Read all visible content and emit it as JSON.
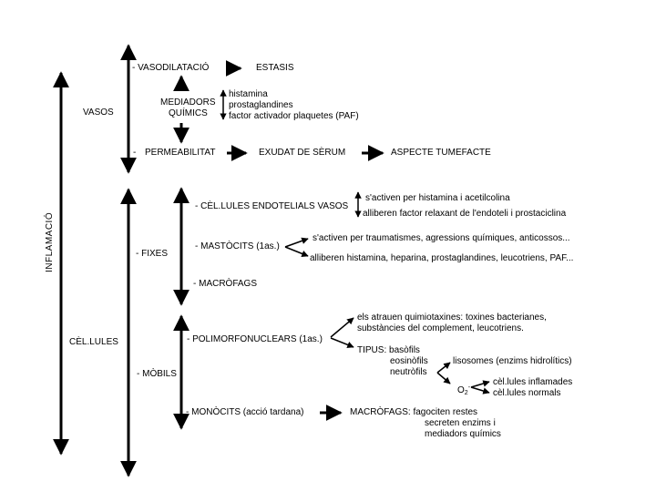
{
  "inflamacio": "INFLAMACIÓ",
  "vasos": {
    "label": "VASOS",
    "vasodilatacio": "- VASODILATACIÓ",
    "estasis": "ESTASIS",
    "mediadors_line1": "MEDIADORS",
    "mediadors_line2": "QUÍMICS",
    "mediadors_list": [
      "histamina",
      "prostaglandines",
      "factor activador plaquetes (PAF)"
    ],
    "permeabilitat_dash": "-",
    "permeabilitat": "PERMEABILITAT",
    "exudat": "EXUDAT DE SÈRUM",
    "aspecte": "ASPECTE TUMEFACTE"
  },
  "cellules": {
    "label": "CÈL.LULES",
    "fixes": {
      "label": "- FIXES",
      "endotelials": "- CÈL.LULES ENDOTELIALS VASOS",
      "endotelials_notes": [
        "s'activen per histamina i acetilcolina",
        "alliberen factor relaxant de l'endoteli i prostaciclina"
      ],
      "mastocits": "- MASTÒCITS (1as.)",
      "mastocits_notes": [
        "s'activen per traumatismes, agressions químiques, anticossos...",
        "alliberen histamina, heparina, prostaglandines, leucotriens, PAF..."
      ],
      "macrofags": "- MACRÒFAGS"
    },
    "mobils": {
      "label": "- MÒBILS",
      "polimorfo": "- POLIMORFONUCLEARS (1as.)",
      "quimiotaxines": [
        "els atrauen quimiotaxines: toxines bacterianes,",
        "substàncies del complement, leucotriens."
      ],
      "tipus_prefix": "TIPUS: basòfils",
      "eosinofils": "eosinòfils",
      "neutrofils": "neutròfils",
      "lisosomes": "lisosomes (enzims hidrolítics)",
      "o2_main": "O",
      "o2_sub": "2",
      "o2_sup": "-",
      "o2_targets": [
        "cèl.lules inflamades",
        "cèl.lules normals"
      ],
      "monocits": "- MONÒCITS (acció  tardana)",
      "macrofags_text": [
        "MACRÒFAGS: fagociten restes",
        "secreten enzims i",
        "mediadors químics"
      ]
    }
  }
}
